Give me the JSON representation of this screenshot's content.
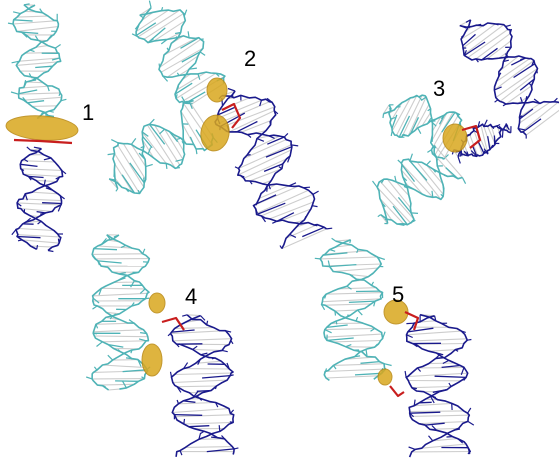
{
  "figure": {
    "description_free": true,
    "colors": {
      "strand_a": "#4fb3b6",
      "strand_b": "#1a1a8c",
      "bases": "#c8c8c8",
      "linker": "#c81e1e",
      "surface": "#d9a81e",
      "surface_edge": "#b8860b",
      "background": "#ffffff"
    },
    "panels": [
      {
        "label": "1"
      },
      {
        "label": "2"
      },
      {
        "label": "3"
      },
      {
        "label": "4"
      },
      {
        "label": "5"
      }
    ]
  }
}
